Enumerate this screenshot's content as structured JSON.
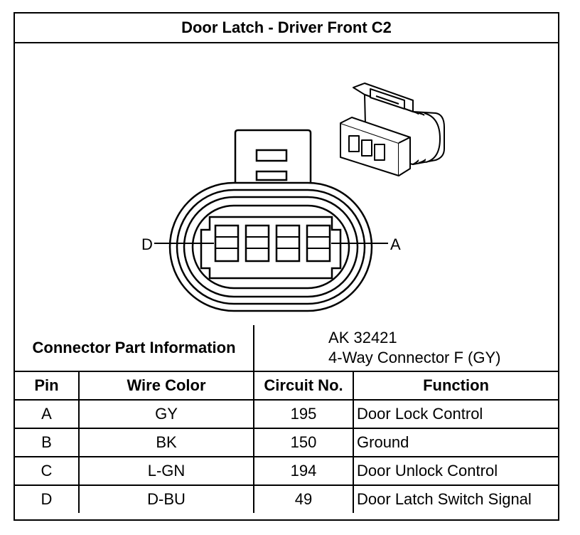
{
  "title": "Door Latch - Driver Front C2",
  "diagram": {
    "pin_label_left": "D",
    "pin_label_right": "A"
  },
  "connector_info": {
    "label": "Connector Part Information",
    "part_number": "AK 32421",
    "description": "4-Way Connector F (GY)"
  },
  "table": {
    "headers": [
      "Pin",
      "Wire Color",
      "Circuit No.",
      "Function"
    ],
    "rows": [
      {
        "pin": "A",
        "wire_color": "GY",
        "circuit": "195",
        "function": "Door Lock Control"
      },
      {
        "pin": "B",
        "wire_color": "BK",
        "circuit": "150",
        "function": "Ground"
      },
      {
        "pin": "C",
        "wire_color": "L-GN",
        "circuit": "194",
        "function": "Door Unlock Control"
      },
      {
        "pin": "D",
        "wire_color": "D-BU",
        "circuit": "49",
        "function": "Door Latch Switch Signal"
      }
    ]
  }
}
